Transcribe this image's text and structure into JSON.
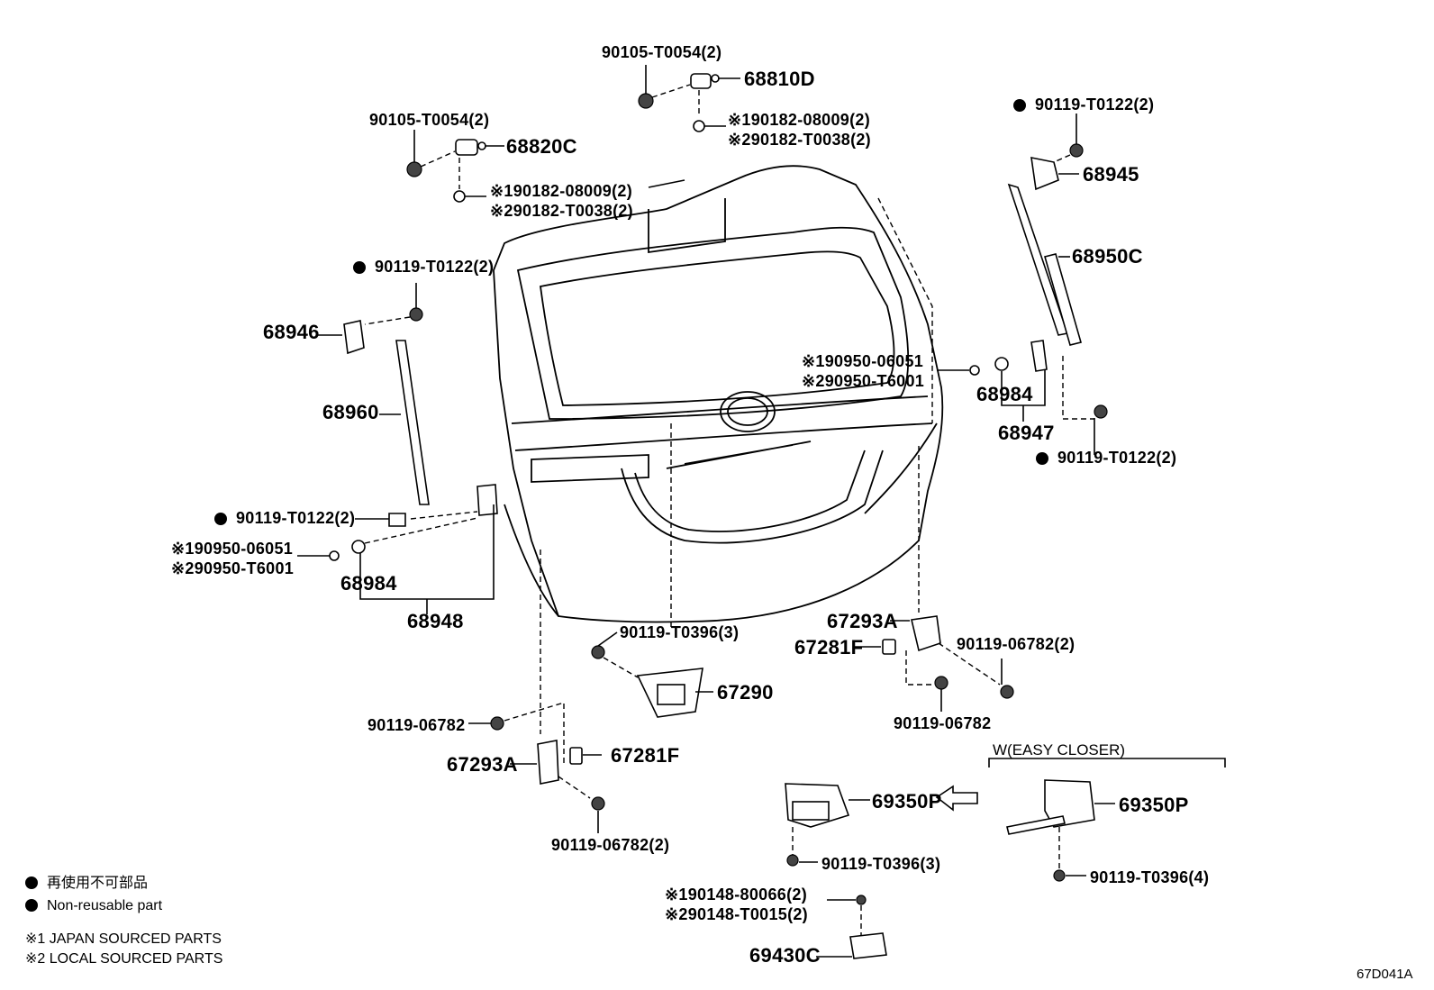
{
  "labels": {
    "top_bolt_a": "90105-T0054(2)",
    "top_sensor_a": "68810D",
    "top_nut_a_1": "※190182-08009(2)",
    "top_nut_a_2": "※290182-T0038(2)",
    "left_bolt_b": "90105-T0054(2)",
    "left_sensor_b": "68820C",
    "left_nut_b_1": "※190182-08009(2)",
    "left_nut_b_2": "※290182-T0038(2)",
    "right_bolt_top": "90119-T0122(2)",
    "right_bracket": "68945",
    "right_strut": "68950C",
    "right_grommet_1": "※190950-06051",
    "right_grommet_2": "※290950-T6001",
    "right_cushion": "68984",
    "right_hinge": "68947",
    "right_bolt_bottom": "90119-T0122(2)",
    "left_bolt_top": "90119-T0122(2)",
    "left_bracket": "68946",
    "left_strut": "68960",
    "left_bolt_bottom": "90119-T0122(2)",
    "left_grommet_1": "※190950-06051",
    "left_grommet_2": "※290950-T6001",
    "left_cushion": "68984",
    "left_hinge": "68948",
    "lock_bolt": "90119-T0396(3)",
    "lock": "67290",
    "striker_r_a": "67293A",
    "striker_r_f": "67281F",
    "striker_r_bolt_a": "90119-06782(2)",
    "striker_r_bolt_b": "90119-06782",
    "striker_l_bolt_a": "90119-06782",
    "striker_l_a": "67293A",
    "striker_l_f": "67281F",
    "striker_l_bolt_b": "90119-06782(2)",
    "closer_header": "W(EASY CLOSER)",
    "closer_left": "69350P",
    "closer_right": "69350P",
    "closer_left_bolt": "90119-T0396(3)",
    "closer_right_bolt": "90119-T0396(4)",
    "handle_screw_1": "※190148-80066(2)",
    "handle_screw_2": "※290148-T0015(2)",
    "handle": "69430C",
    "diagram_code": "67D041A"
  },
  "legend": {
    "non_reusable_jp": "再使用不可部品",
    "non_reusable_en": "Non-reusable part",
    "note_1": "※1 JAPAN SOURCED PARTS",
    "note_2": "※2 LOCAL SOURCED PARTS"
  }
}
